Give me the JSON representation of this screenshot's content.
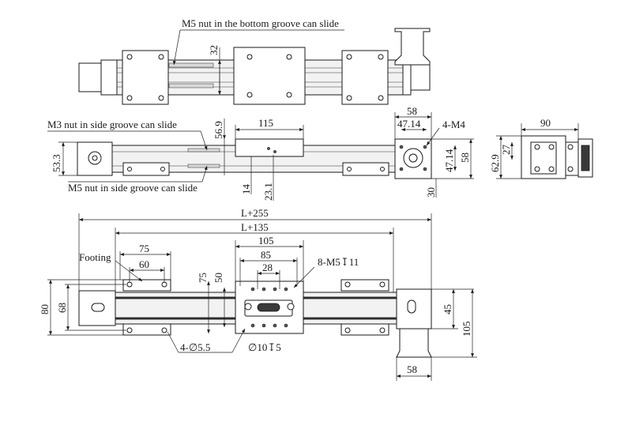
{
  "annotations": {
    "top_note": "M5 nut in the bottom groove can slide",
    "side_note_top": "M3 nut in side groove can slide",
    "side_note_bottom": "M5 nut in side groove can slide",
    "footing": "Footing",
    "holes_threaded": "8-M5↧11",
    "holes_foot": "4-∅5.5",
    "holes_counterbore": "∅10↧5"
  },
  "dimensions": {
    "top_32": "32",
    "side_56_9": "56.9",
    "side_115": "115",
    "side_53_3": "53.3",
    "side_14": "14",
    "side_23_1": "23.1",
    "end_58": "58",
    "end_47_14_top": "47.14",
    "end_4_m4": "4-M4",
    "end_47_14_side": "47.14",
    "end_58_side": "58",
    "end_30": "30",
    "right_90": "90",
    "right_62_9": "62.9",
    "right_27": "27",
    "bottom_L255": "L+255",
    "bottom_L135": "L+135",
    "bottom_105": "105",
    "bottom_85": "85",
    "bottom_75_top": "75",
    "bottom_60": "60",
    "bottom_28": "28",
    "bottom_75_vert": "75",
    "bottom_50": "50",
    "bottom_80": "80",
    "bottom_68": "68",
    "bottom_45": "45",
    "bottom_105_vert": "105",
    "bottom_58": "58"
  }
}
